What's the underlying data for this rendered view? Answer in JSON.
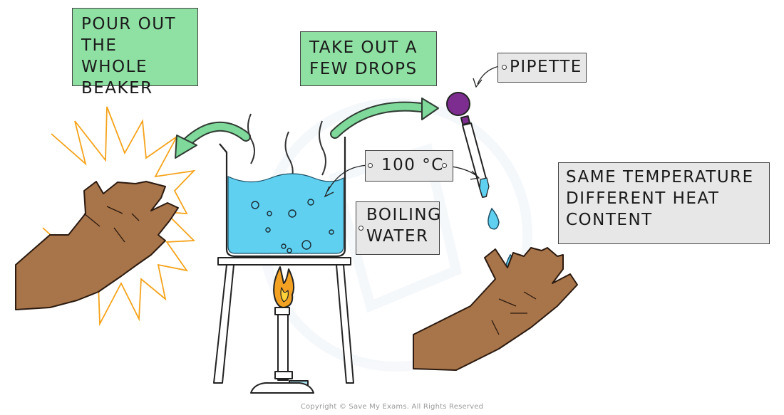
{
  "labels": {
    "pour_out": "POUR OUT\nTHE WHOLE\nBEAKER",
    "take_out": "TAKE OUT A\nFEW DROPS",
    "pipette": "PIPETTE",
    "temperature": "100 °C",
    "boiling_water": "BOILING\nWATER",
    "conclusion": "SAME TEMPERATURE\nDIFFERENT HEAT\nCONTENT"
  },
  "copyright": "Copyright © Save My Exams. All Rights Reserved",
  "colors": {
    "label_green": "#8fe0a3",
    "label_grey": "#e7e7e7",
    "water": "#5fd0f0",
    "arrow_green": "#7fd99a",
    "skin": "#a87449",
    "flame_orange": "#f2a122",
    "flame_yellow": "#ffd23a",
    "pipette_bulb": "#7d2d8f",
    "pain_lines": "#f5a31a"
  }
}
